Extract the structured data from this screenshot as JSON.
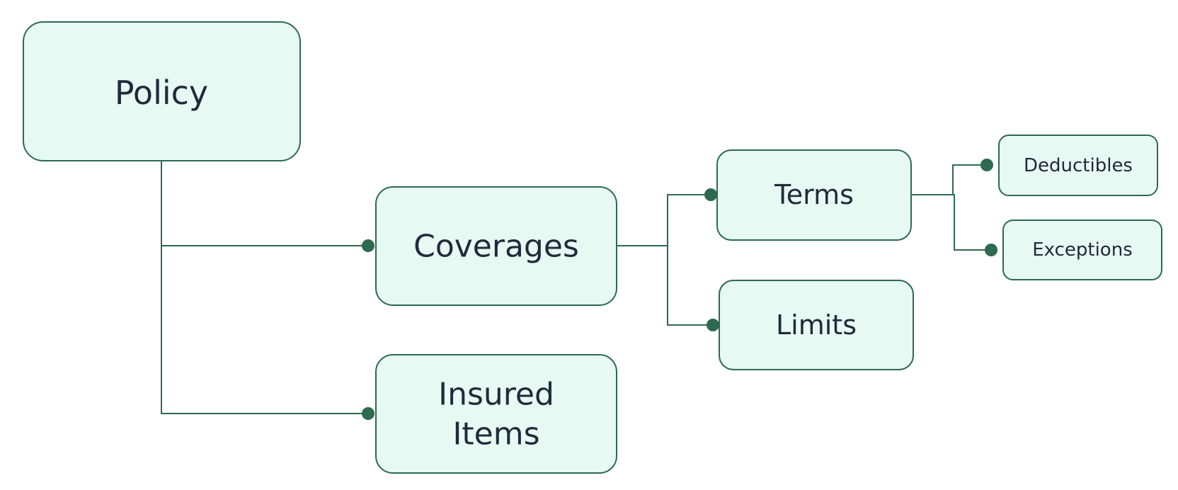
{
  "nodes": {
    "policy": "Policy",
    "coverages": "Coverages",
    "insured_items_line1": "Insured",
    "insured_items_line2": "Items",
    "terms": "Terms",
    "limits": "Limits",
    "deductibles": "Deductibles",
    "exceptions": "Exceptions"
  },
  "colors": {
    "node_fill": "#e6f9f3",
    "node_stroke": "#2d6a4f",
    "connector": "#2d6a4f",
    "text": "#1f2a3a"
  }
}
